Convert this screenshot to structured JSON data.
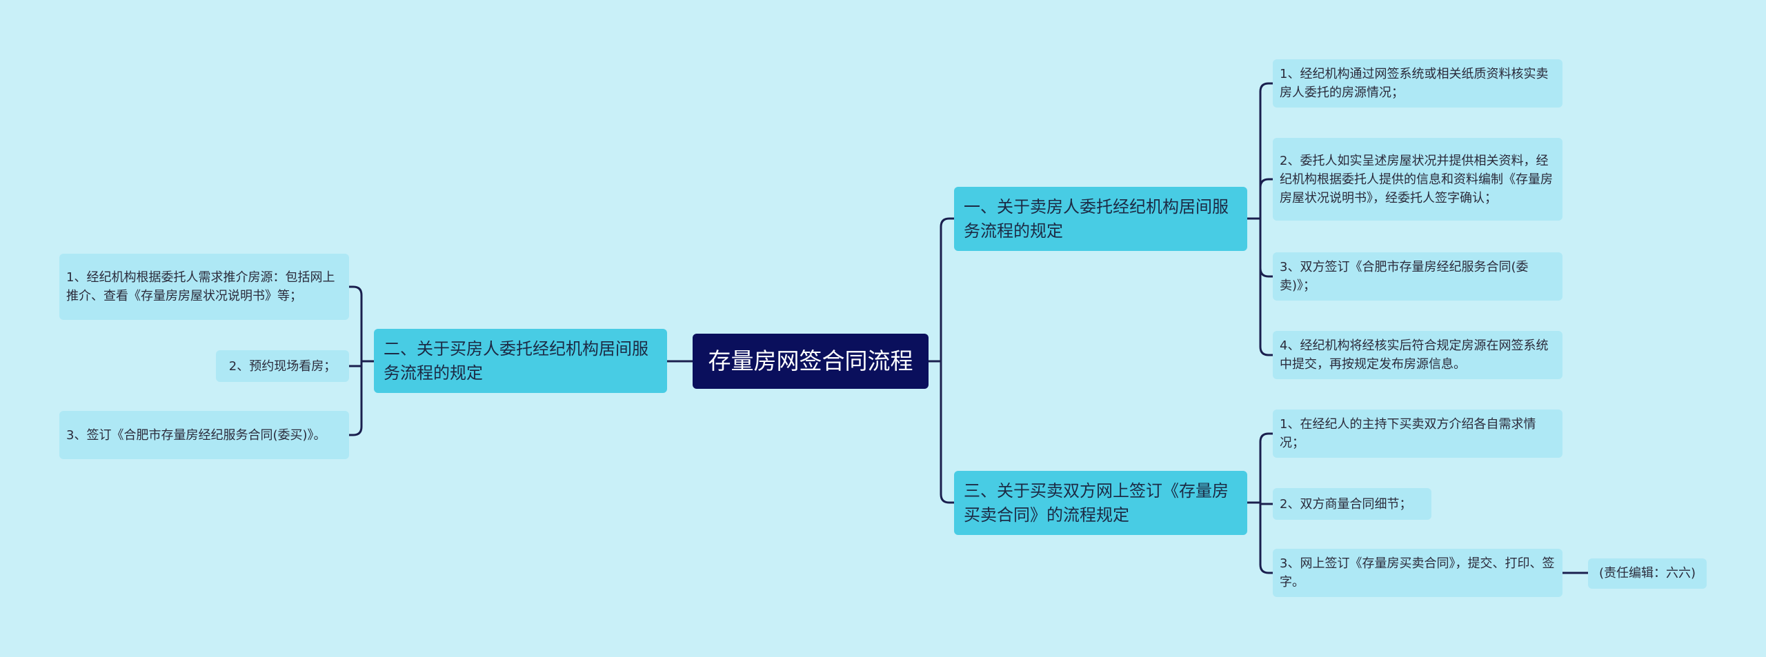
{
  "colors": {
    "background": "#c9f0f8",
    "root_fill": "#0a0f5c",
    "branch_fill": "#48cce4",
    "leaf_fill": "#aee8f5",
    "connector": "#1a1f4e"
  },
  "mindmap": {
    "root": "存量房网签合同流程",
    "branches": [
      {
        "id": "b1",
        "label": "一、关于卖房人委托经纪机构居间服务流程的规定",
        "children": [
          "1、经纪机构通过网签系统或相关纸质资料核实卖房人委托的房源情况；",
          "2、委托人如实呈述房屋状况并提供相关资料，经纪机构根据委托人提供的信息和资料编制《存量房房屋状况说明书》，经委托人签字确认；",
          "3、双方签订《合肥市存量房经纪服务合同(委卖)》；",
          "4、经纪机构将经核实后符合规定房源在网签系统中提交，再按规定发布房源信息。"
        ]
      },
      {
        "id": "b2",
        "label": "二、关于买房人委托经纪机构居间服务流程的规定",
        "children": [
          "1、经纪机构根据委托人需求推介房源：包括网上推介、查看《存量房房屋状况说明书》等；",
          "2、预约现场看房；",
          "3、签订《合肥市存量房经纪服务合同(委买)》。"
        ]
      },
      {
        "id": "b3",
        "label": "三、关于买卖双方网上签订《存量房买卖合同》的流程规定",
        "children": [
          "1、在经纪人的主持下买卖双方介绍各自需求情况；",
          "2、双方商量合同细节；",
          "3、网上签订《存量房买卖合同》，提交、打印、签字。"
        ],
        "note": "(责任编辑：六六)"
      }
    ]
  }
}
